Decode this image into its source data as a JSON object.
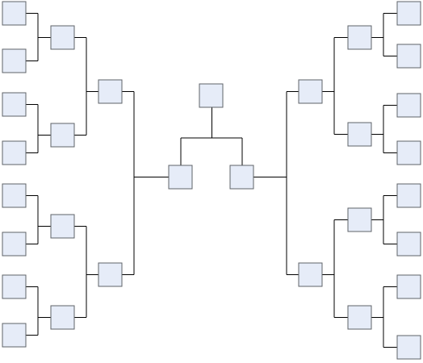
{
  "diagram": {
    "type": "tournament-bracket",
    "rounds_per_side": [
      "round-of-16",
      "quarterfinal",
      "semifinal",
      "final"
    ],
    "slots_per_round_per_side": [
      8,
      4,
      2,
      1
    ],
    "has_winner_box": true,
    "colors": {
      "box_fill": "#e6ecf8",
      "box_stroke": "#5f6368",
      "line": "#000000",
      "background": "#ffffff"
    }
  }
}
